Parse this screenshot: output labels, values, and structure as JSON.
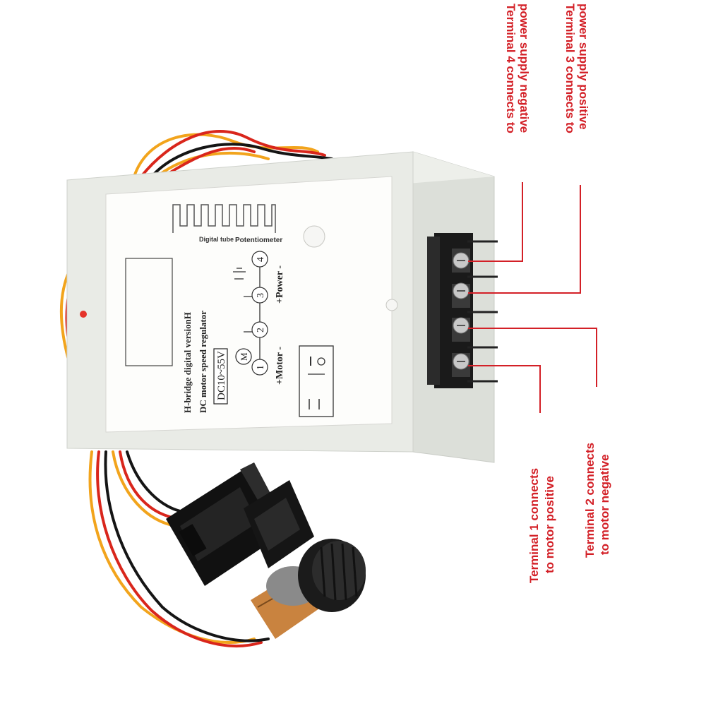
{
  "callouts": {
    "terminal4": {
      "line1": "Terminal 4 connects to",
      "line2": "power supply negative"
    },
    "terminal3": {
      "line1": "Terminal 3 connects to",
      "line2": "power supply positive"
    },
    "terminal1": {
      "line1": "Terminal 1 connects",
      "line2": "to motor positive"
    },
    "terminal2": {
      "line1": "Terminal 2 connects",
      "line2": "to motor negative"
    },
    "line_color": "#d32027"
  },
  "label_panel": {
    "title1": "H-bridge digital versionH",
    "title2": "DC motor speed regulator",
    "voltage": "DC10~55V",
    "motor": "+Motor -",
    "power": "+Power -",
    "digital_tube": "Digital tube",
    "potentiometer": "Potentiometer",
    "term_numbers": [
      "1",
      "2",
      "3",
      "4"
    ],
    "motor_symbol": "M"
  },
  "colors": {
    "housing": "#e9ebe6",
    "label": "#fdfdfb",
    "terminal_block": "#1a1a1a"
  }
}
